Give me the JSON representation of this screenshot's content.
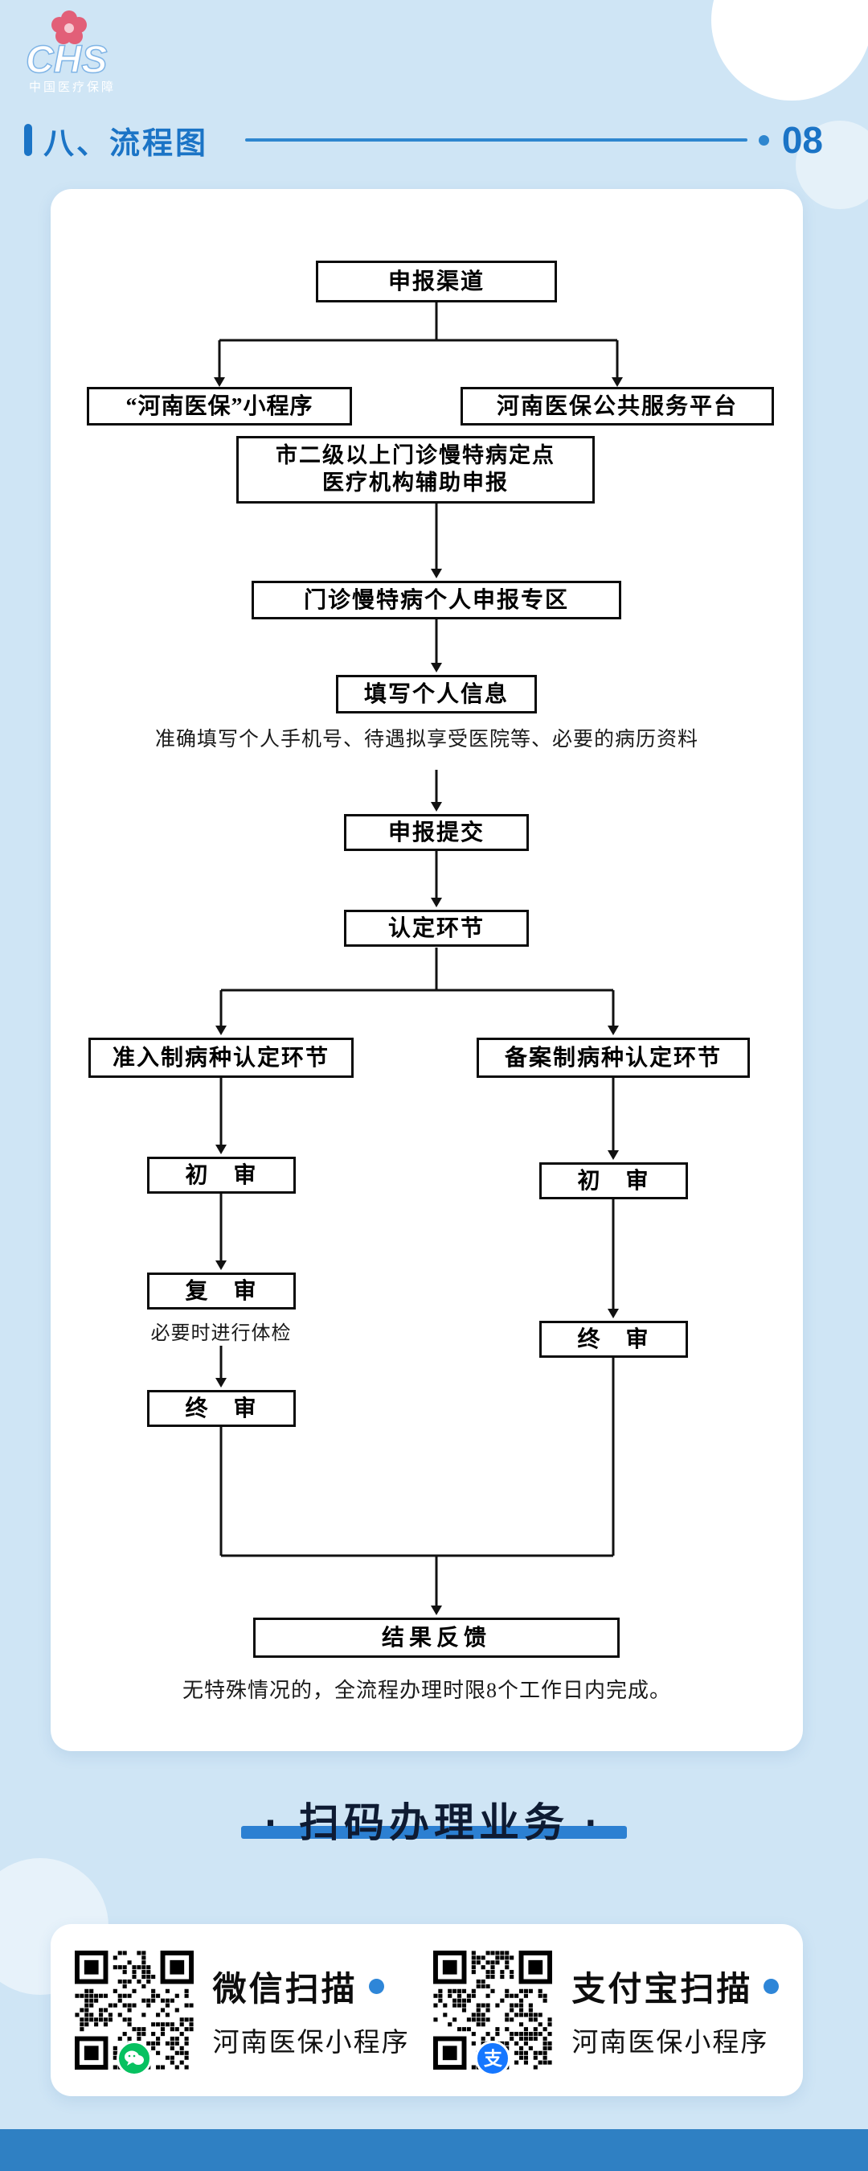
{
  "page": {
    "section_title": "八、流程图",
    "page_number": "08",
    "background_color": "#cfe5f5",
    "accent_color": "#1b74c6",
    "banner_color": "#2f80c3"
  },
  "logo": {
    "acronym": "CHS",
    "caption": "中国医疗保障"
  },
  "flowchart": {
    "nodes": {
      "channel": "申报渠道",
      "mini_program": "“河南医保”小程序",
      "platform": "河南医保公共服务平台",
      "assist_line1": "市二级以上门诊慢特病定点",
      "assist_line2": "医疗机构辅助申报",
      "zone": "门诊慢特病个人申报专区",
      "fill_info": "填写个人信息",
      "fill_note": "准确填写个人手机号、待遇拟享受医院等、必要的病历资料",
      "submit": "申报提交",
      "determine": "认定环节",
      "admission": "准入制病种认定环节",
      "filing": "备案制病种认定环节",
      "first_review_left": "初　审",
      "second_review": "复　审",
      "physical_note": "必要时进行体检",
      "final_review_left": "终　审",
      "first_review_right": "初　审",
      "final_review_right": "终　审",
      "result": "结果反馈",
      "result_note": "无特殊情况的，全流程办理时限8个工作日内完成。"
    }
  },
  "scan_section": {
    "title": "· 扫码办理业务 ·",
    "underline_color": "#2c80d2",
    "items": [
      {
        "title": "微信扫描",
        "subtitle": "河南医保小程序",
        "badge": "wechat",
        "badge_color": "#07c160"
      },
      {
        "title": "支付宝扫描",
        "subtitle": "河南医保小程序",
        "badge": "alipay",
        "badge_glyph": "支",
        "badge_color": "#1677ff"
      }
    ]
  }
}
